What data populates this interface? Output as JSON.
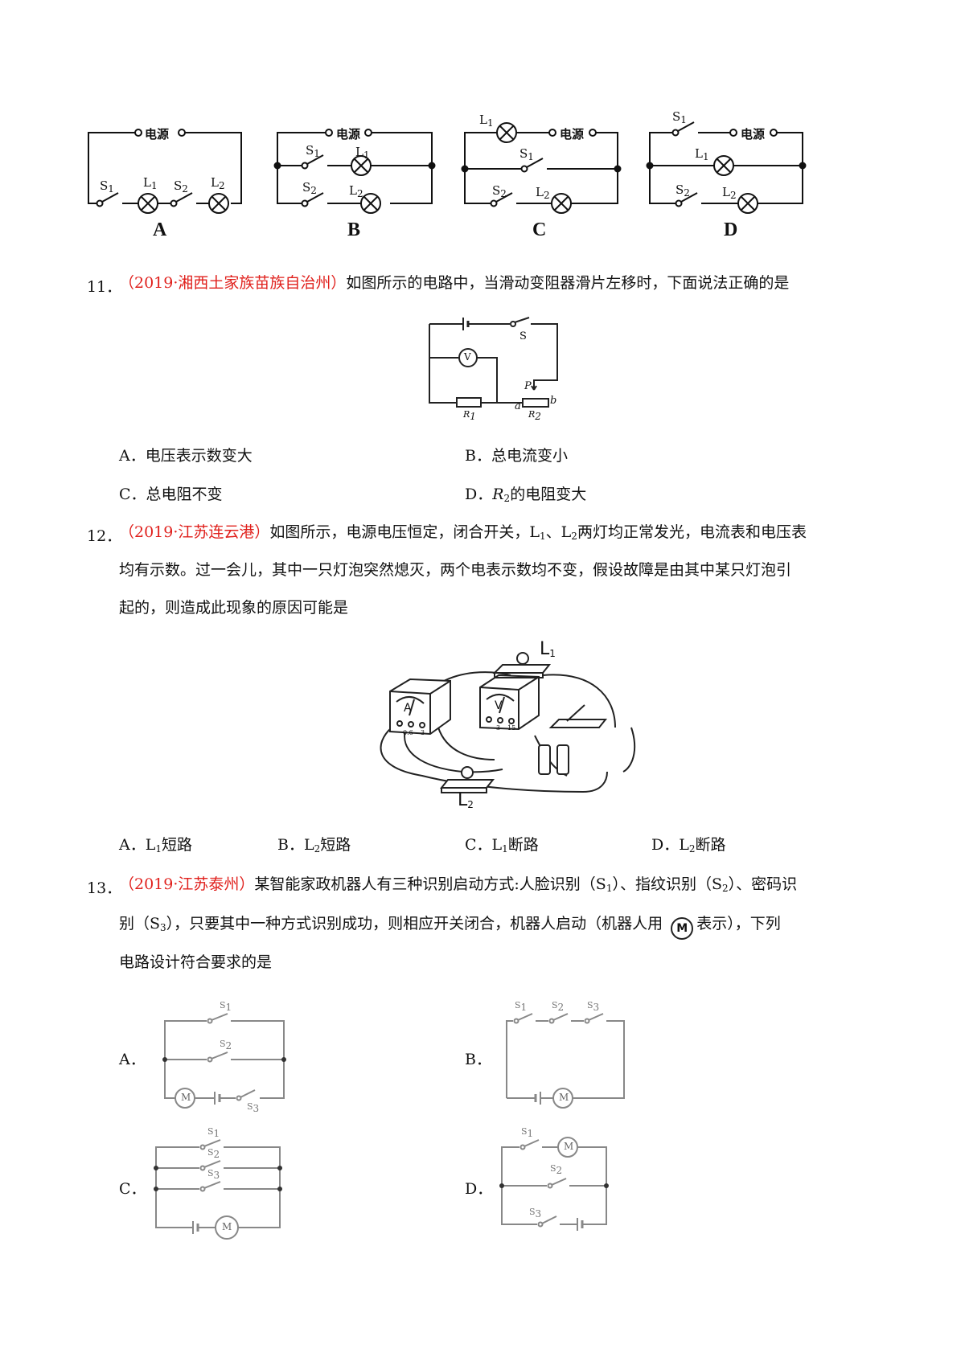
{
  "top_figure": {
    "power_label": "电源",
    "diagrams": [
      {
        "letter": "A",
        "s1": "S",
        "s1_sub": "1",
        "l1": "L",
        "l1_sub": "1",
        "s2": "S",
        "s2_sub": "2",
        "l2": "L",
        "l2_sub": "2"
      },
      {
        "letter": "B",
        "s1": "S",
        "s1_sub": "1",
        "l1": "L",
        "l1_sub": "1",
        "s2": "S",
        "s2_sub": "2",
        "l2": "L",
        "l2_sub": "2"
      },
      {
        "letter": "C",
        "s1": "S",
        "s1_sub": "1",
        "l1": "L",
        "l1_sub": "1",
        "s2": "S",
        "s2_sub": "2",
        "l2": "L",
        "l2_sub": "2"
      },
      {
        "letter": "D",
        "s1": "S",
        "s1_sub": "1",
        "l1": "L",
        "l1_sub": "1",
        "s2": "S",
        "s2_sub": "2",
        "l2": "L",
        "l2_sub": "2"
      }
    ]
  },
  "q11": {
    "number": "11．",
    "source": "（2019·湘西土家族苗族自治州）",
    "stem": "如图所示的电路中，当滑动变阻器滑片左移时，下面说法正确的是",
    "figure": {
      "s": "S",
      "v": "V",
      "p": "P",
      "a": "a",
      "b": "b",
      "r1": "R",
      "r1_sub": "1",
      "r2": "R",
      "r2_sub": "2"
    },
    "options": {
      "a": "A．电压表示数变大",
      "b": "B．总电流变小",
      "c": "C．总电阻不变",
      "d_prefix": "D．",
      "d_r": "R",
      "d_sub": "2",
      "d_rest": "的电阻变大"
    }
  },
  "q12": {
    "number": "12．",
    "source": "（2019·江苏连云港）",
    "stem_l1_pre": "如图所示，电源电压恒定，闭合开关，L",
    "stem_l1_sub1": "1",
    "stem_l1_mid": "、L",
    "stem_l1_sub2": "2",
    "stem_l1_post": "两灯均正常发光，电流表和电压表",
    "stem_l2": "均有示数。过一会儿，其中一只灯泡突然熄灭，两个电表示数均不变，假设故障是由其中某只灯泡引",
    "stem_l3": "起的，则造成此现象的原因可能是",
    "figure": {
      "l1": "L",
      "l1_sub": "1",
      "l2": "L",
      "l2_sub": "2",
      "ammeter": "A",
      "voltmeter": "V",
      "a_t1": "0.6",
      "a_t2": "3",
      "v_t1": "3",
      "v_t2": "15"
    },
    "options": [
      {
        "pre": "A．L",
        "sub": "1",
        "post": "短路"
      },
      {
        "pre": "B．L",
        "sub": "2",
        "post": "短路"
      },
      {
        "pre": "C．L",
        "sub": "1",
        "post": "断路"
      },
      {
        "pre": "D．L",
        "sub": "2",
        "post": "断路"
      }
    ]
  },
  "q13": {
    "number": "13．",
    "source": "（2019·江苏泰州）",
    "stem_l1_pre": "某智能家政机器人有三种识别启动方式:人脸识别（S",
    "stem_l1_s1": "1",
    "stem_l1_mid1": "）、指纹识别（S",
    "stem_l1_s2": "2",
    "stem_l1_mid2": "）、密码识",
    "stem_l2_pre": "别（S",
    "stem_l2_s3": "3",
    "stem_l2_mid": "），只要其中一种方式识别成功，则相应开关闭合，机器人启动（机器人用",
    "motor_symbol": "M",
    "stem_l2_post": "表示），下列",
    "stem_l3": "电路设计符合要求的是",
    "options": {
      "a": "A．",
      "b": "B．",
      "c": "C．",
      "d": "D．"
    },
    "switch_labels": {
      "s1": "S",
      "s1_sub": "1",
      "s2": "S",
      "s2_sub": "2",
      "s3": "S",
      "s3_sub": "3",
      "motor": "M"
    }
  }
}
